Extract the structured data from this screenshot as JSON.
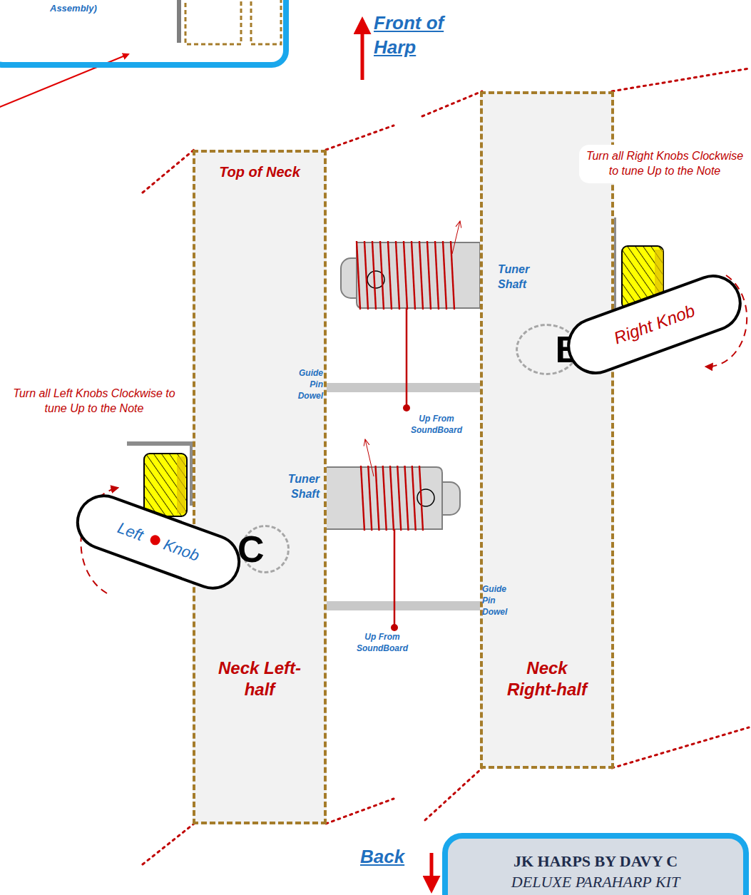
{
  "diagram": {
    "nodes": [
      {
        "text": [
          "Assembly)"
        ]
      },
      {
        "text": [
          "Neck Right-half"
        ]
      },
      {
        "text": [
          "Top of Neck",
          "Neck Left-half"
        ]
      },
      {
        "text": [
          "Right Knob"
        ]
      },
      {
        "text": [
          "B"
        ],
        "in": 1
      },
      {
        "text": [
          "Left Knob"
        ]
      },
      {
        "text": [
          "C"
        ],
        "in": 2
      },
      {
        "text": [
          "JK HARPS BY DAVY C",
          "DELUXE PARAHARP KIT"
        ]
      }
    ],
    "labels": [
      "Front of Harp",
      "Turn all Right Knobs Clockwise to tune Up to the Note",
      "Tuner Shaft",
      "Guide Pin Dowel",
      "Up From SoundBoard",
      "Turn all Left Knobs Clockwise to tune Up to the Note",
      "Tuner Shaft",
      "Guide Pin Dowel",
      "Up From SoundBoard",
      "Back"
    ]
  }
}
